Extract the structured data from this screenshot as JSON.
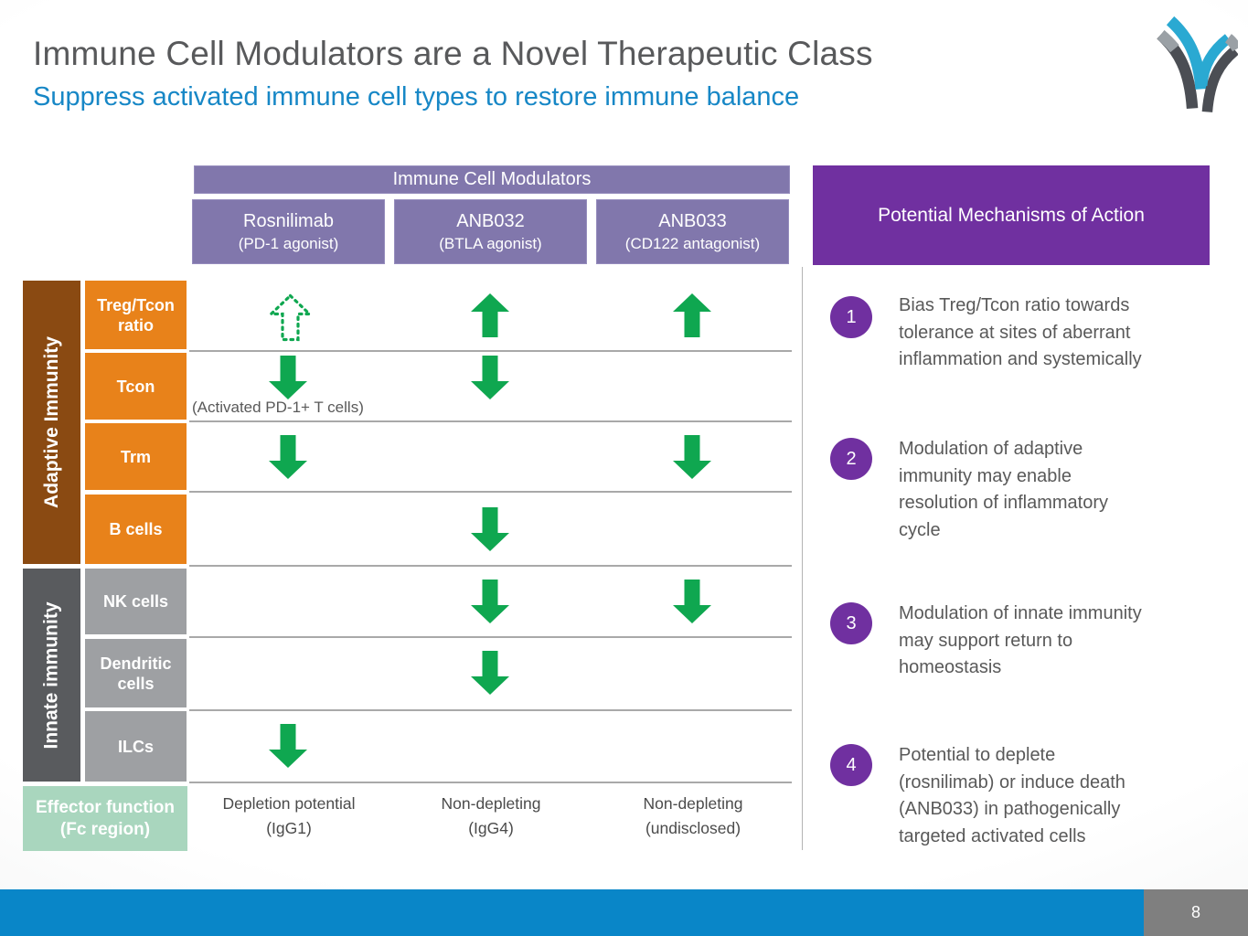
{
  "slide": {
    "title": "Immune Cell Modulators are a Novel Therapeutic Class",
    "subtitle": "Suppress activated immune cell types to restore immune balance",
    "page_number": "8"
  },
  "colors": {
    "muted_purple": "#8177ac",
    "accent_purple": "#7030a0",
    "orange": "#e8821a",
    "brown": "#8a4a12",
    "dark_gray": "#595b5e",
    "mid_gray": "#9ea0a3",
    "light_green": "#a9d6be",
    "arrow_green": "#0fa750",
    "footer_blue": "#0986c8",
    "subtitle_blue": "#1787c6"
  },
  "table": {
    "banner": "Immune Cell Modulators",
    "columns": [
      {
        "name": "Rosnilimab",
        "subtitle": "(PD-1 agonist)"
      },
      {
        "name": "ANB032",
        "subtitle": "(BTLA agonist)"
      },
      {
        "name": "ANB033",
        "subtitle": "(CD122 antagonist)"
      }
    ],
    "groups": [
      {
        "label": "Adaptive Immunity"
      },
      {
        "label": "Innate immunity"
      }
    ],
    "rows": [
      {
        "label": "Treg/Tcon ratio",
        "group": "adaptive",
        "cells": [
          "up-dotted",
          "up",
          "up"
        ]
      },
      {
        "label": "Tcon",
        "group": "adaptive",
        "cells": [
          "down",
          "down",
          ""
        ],
        "note": "(Activated PD-1+ T cells)"
      },
      {
        "label": "Trm",
        "group": "adaptive",
        "cells": [
          "down",
          "",
          "down"
        ]
      },
      {
        "label": "B cells",
        "group": "adaptive",
        "cells": [
          "",
          "down",
          ""
        ]
      },
      {
        "label": "NK cells",
        "group": "innate",
        "cells": [
          "",
          "down",
          "down"
        ]
      },
      {
        "label": "Dendritic cells",
        "group": "innate",
        "cells": [
          "",
          "down",
          ""
        ]
      },
      {
        "label": "ILCs",
        "group": "innate",
        "cells": [
          "down",
          "",
          ""
        ]
      }
    ],
    "effector": {
      "label": "Effector function\n(Fc region)",
      "values": [
        "Depletion potential\n(IgG1)",
        "Non-depleting\n(IgG4)",
        "Non-depleting\n(undisclosed)"
      ]
    }
  },
  "mechanisms": {
    "header": "Potential Mechanisms of Action",
    "items": [
      {
        "num": "1",
        "text": "Bias Treg/Tcon ratio towards\ntolerance at sites of aberrant\ninflammation and systemically"
      },
      {
        "num": "2",
        "text": "Modulation of adaptive\nimmunity may enable\nresolution of inflammatory\ncycle"
      },
      {
        "num": "3",
        "text": "Modulation of innate immunity\nmay support return to\nhomeostasis"
      },
      {
        "num": "4",
        "text": "Potential to deplete\n(rosnilimab) or induce death\n(ANB033) in pathogenically\ntargeted activated cells"
      }
    ]
  }
}
